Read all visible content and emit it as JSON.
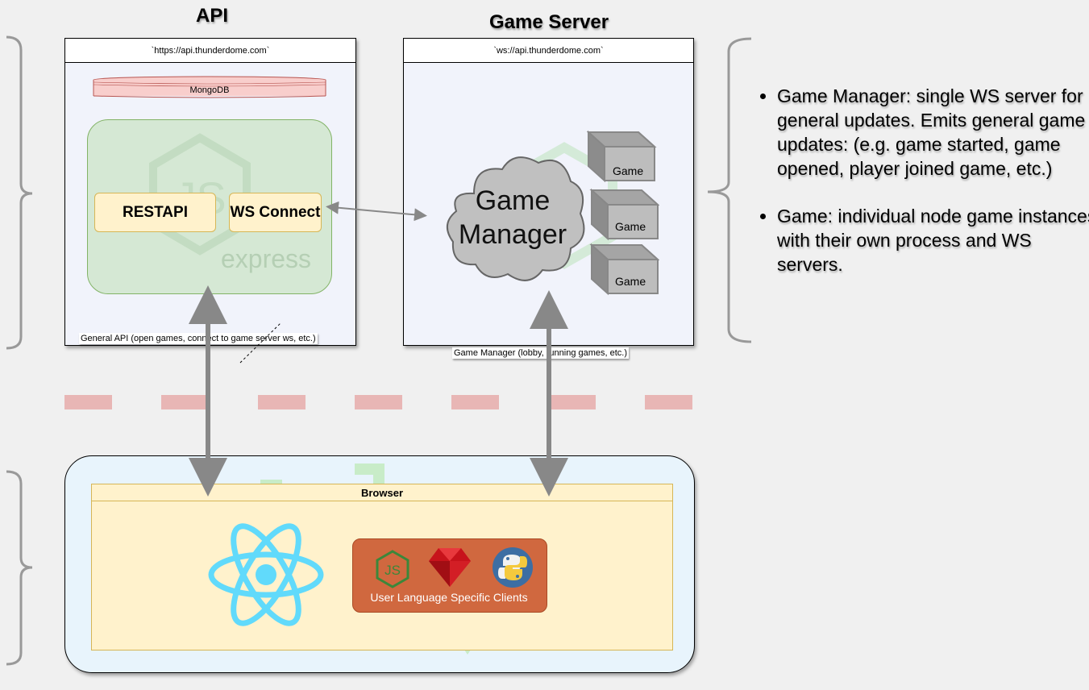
{
  "api": {
    "title": "API",
    "url": "`https://api.thunderdome.com`",
    "database": "MongoDB",
    "rest_box": "RESTAPI",
    "ws_box": "WS Connect",
    "framework": "express",
    "caption": "General API (open games, connect to game server ws, etc.)"
  },
  "game_server": {
    "title": "Game Server",
    "url": "`ws://api.thunderdome.com`",
    "manager": "Game Manager",
    "games": [
      "Game",
      "Game",
      "Game"
    ],
    "caption": "Game Manager (lobby, running games, etc.)"
  },
  "browser": {
    "title": "Browser",
    "clients_label": "User Language Specific Clients",
    "client_icons": [
      "nodejs-icon",
      "ruby-icon",
      "python-icon"
    ],
    "framework_icon": "react-icon"
  },
  "notes": [
    "Game Manager: single WS server for general updates. Emits general game updates: (e.g. game started, game opened, player joined game, etc.)",
    "Game: individual node game instances with their own process and WS servers."
  ],
  "colors": {
    "panel_fill": "#f1f3fb",
    "express_fill": "#d5e8d4",
    "box_fill": "#fff2cc",
    "mongo_fill": "#f8cecc",
    "boundary_dash": "#e8b6b5",
    "browser_outer": "#e8f4fc",
    "clients_fill": "#d0683f",
    "react": "#61dafb"
  }
}
